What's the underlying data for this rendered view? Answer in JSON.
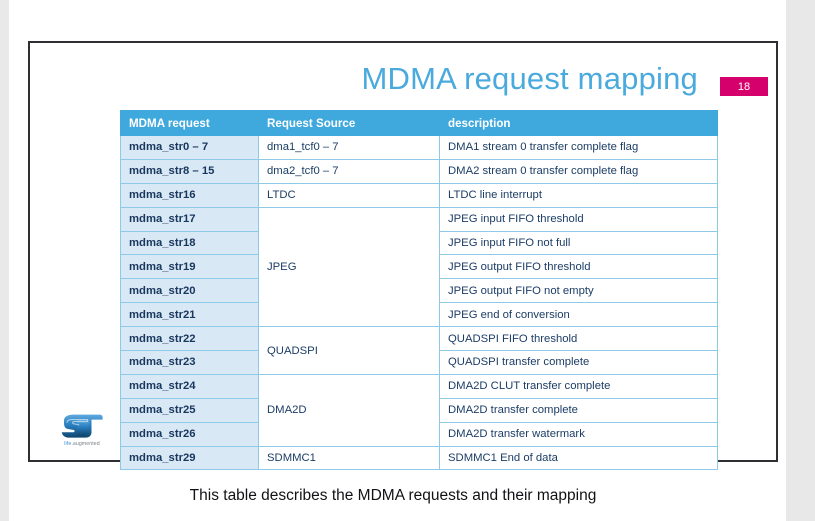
{
  "viewer": {
    "scrollbar_name": "vertical-scrollbar"
  },
  "slide": {
    "title": "MDMA request mapping",
    "page_number": "18",
    "logo": {
      "name": "st-logo",
      "tagline_accent": "life",
      "tagline_rest": ".augmented"
    }
  },
  "table": {
    "headers": [
      "MDMA request",
      "Request Source",
      "description"
    ],
    "rows": [
      {
        "request": "mdma_str0 – 7",
        "source": "dma1_tcf0 – 7",
        "source_rowspan": 1,
        "description": "DMA1 stream 0 transfer complete flag"
      },
      {
        "request": "mdma_str8 – 15",
        "source": "dma2_tcf0 – 7",
        "source_rowspan": 1,
        "description": "DMA2 stream 0 transfer complete flag"
      },
      {
        "request": "mdma_str16",
        "source": "LTDC",
        "source_rowspan": 1,
        "description": "LTDC line interrupt"
      },
      {
        "request": "mdma_str17",
        "source": "JPEG",
        "source_rowspan": 5,
        "description": "JPEG input FIFO threshold"
      },
      {
        "request": "mdma_str18",
        "source": null,
        "source_rowspan": 0,
        "description": "JPEG input FIFO not full"
      },
      {
        "request": "mdma_str19",
        "source": null,
        "source_rowspan": 0,
        "description": "JPEG output FIFO threshold"
      },
      {
        "request": "mdma_str20",
        "source": null,
        "source_rowspan": 0,
        "description": "JPEG output FIFO not empty"
      },
      {
        "request": "mdma_str21",
        "source": null,
        "source_rowspan": 0,
        "description": "JPEG end of conversion"
      },
      {
        "request": "mdma_str22",
        "source": "QUADSPI",
        "source_rowspan": 2,
        "description": "QUADSPI FIFO threshold"
      },
      {
        "request": "mdma_str23",
        "source": null,
        "source_rowspan": 0,
        "description": "QUADSPI transfer complete"
      },
      {
        "request": "mdma_str24",
        "source": "DMA2D",
        "source_rowspan": 3,
        "description": "DMA2D CLUT transfer complete"
      },
      {
        "request": "mdma_str25",
        "source": null,
        "source_rowspan": 0,
        "description": "DMA2D transfer complete"
      },
      {
        "request": "mdma_str26",
        "source": null,
        "source_rowspan": 0,
        "description": "DMA2D transfer watermark"
      },
      {
        "request": "mdma_str29",
        "source": "SDMMC1",
        "source_rowspan": 1,
        "description": "SDMMC1 End of data"
      }
    ]
  },
  "caption": "This table describes the MDMA requests and their mapping",
  "colors": {
    "title_blue": "#4aa9dd",
    "header_blue": "#3fa9dd",
    "request_cell_blue": "#d9e8f5",
    "grid_blue": "#8ec9e8",
    "badge_magenta": "#d6006d",
    "text_navy": "#1c3d66",
    "slide_border": "#2d2f33"
  }
}
